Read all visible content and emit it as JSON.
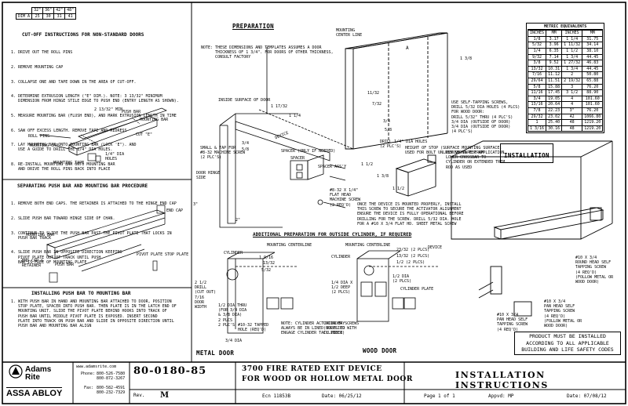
{
  "size_table": {
    "label": "DIM A",
    "headers": [
      "32\"",
      "36\"",
      "42\"",
      "48\""
    ],
    "values": [
      "25",
      "30",
      "31",
      "41"
    ]
  },
  "cutoff": {
    "title": "CUT-OFF INSTRUCTIONS FOR NON-STANDARD DOORS",
    "steps": [
      "1. DRIVE OUT THE ROLL PINS",
      "2. REMOVE MOUNTING CAP",
      "3. COLLAPSE ONE AND TAPE DOWN IN THE AREA OF CUT-OFF.",
      "4. DETERMINE EXTRUSION LENGTH (\"E\" DIM.). NOTE: 3 13/32\" MINIMUM\n   DIMENSION FROM HINGE STILE EDGE TO PUSH END (ENTRY LENGTH AS SHOWN).",
      "5. MEASURE MOUNTING BAR (FLUSH END), AND MARK EXTRUSION LENGTH IN TIME",
      "6. SAW OFF EXCESS LENGTH. REMOVE TAPE AND REDRESS",
      "7. LAY MOUNTING BAR ONTO MOUNTING BAR (LOCK 'E\"). AND\n   USE A GUIDE TO DRILL THE 1/4\" DIA HOLES.",
      "8. RE-INSTALL MOUNTING BAR ONTO MOUNTING BAR\n   AND DRIVE THE ROLL PINS BACK INTO PLACE"
    ],
    "labels": [
      "2 13/32\" MIN.",
      "MOUNTING BAR",
      "PUSH BAR",
      "ROLL PINS",
      "MOUNTING CAP",
      "MOUNTING TAPE",
      "1/4\" DIA\nHOLES",
      "CUT \"E\""
    ]
  },
  "separating": {
    "title": "SEPARATING PUSH BAR AND MOUNTING BAR PROCEDURE",
    "steps": [
      "1. REMOVE BOTH END CAPS. THE RETAINER IS ATTACHED TO THE HINGE END CAP",
      "2. SLIDE PUSH BAR TOWARD HINGE SIDE OF CHAN.",
      "3. CONTINUE TO SLIDE THE PUSH BAR PAST THE PIVOT PLATE THAT LOCKS IN\n   PUSH BAR TRACK",
      "4. SLIDE PUSH BAR IN OPPOSITE DIRECTION KEEPING\n   PIVOT PLATE OUT OF TRACK UNTIL PUSH\n   BAR IS FREE OF MOUNTING PLATE"
    ],
    "labels": [
      "END CAP",
      "MOUNTING BAR",
      "PUSH BAR",
      "PIVOT PLATE",
      "STOP PLATE",
      "END CAP & RETAINER"
    ]
  },
  "installing": {
    "title": "INSTALLING PUSH BAR TO MOUNTING BAR",
    "text": "1. WITH PUSH BAR IN HAND AND MOUNTING BAR ATTACHED TO DOOR, POSITION\n   STOP PLATE, SPACER INTO PUSH BAR. THEN PLATE IS IN THE LATCH END OF\n   MOUNTING UNIT. SLIDE THE PIVOT PLATE BEHIND HOOKS INTO TRACK OF\n   PUSH BAR UNTIL MIDDLE PIVOT PLATE IS EXPOSED. INSERT SECOND\n   PLATE INTO TRACK ON PUSH BAR AND SLIDE IN OPPOSITE DIRECTION UNTIL\n   PUSH BAR AND MOUNTING BAR ALIGN"
  },
  "preparation": {
    "title": "PREPARATION",
    "note": "NOTE: THESE DIMENSIONS AND TEMPLATES ASSUMES A DOOR\n      THICKNESS OF 1 3/4\". FOR DOORS OF OTHER THICKNESS,\n      CONSULT FACTORY",
    "labels": [
      "INSIDE SURFACE OF DOOR",
      "1 17/32",
      "DEVICE",
      "3/4",
      "5/8",
      "1 1/4",
      "DOOR HINGE\nSIDE",
      "SPACER (ONLY IF NEEDED)",
      "SPACER",
      "SPACER ASS'Y",
      "SMALL & TAP FOR\n#8-32 MACHINE SCREW\n(2 PLC'S)",
      "#8-32 X 1/4\"\nFLAT HEAD\nMACHINE SCREW\n(2 REQ'D)",
      "3\"",
      "2\""
    ],
    "door_labels": [
      "MOUNTING\nCENTER LINE",
      "A",
      "1 3/8",
      "11/32",
      "7/32",
      "3/4",
      "5/8",
      "DRILL 1/4\" DIA HOLES\n(2 PLC'S)",
      "USE SELF-TAPPING SCREWS,\nDRILL 5/32 DIA HOLES (4 PLCS)\nFOR WOOD DOOR:\nDRILL 5/32\" THRU (4 PLC'S)\n3/4 DIA (OUTSIDE OF DOOR)\n3/4 DIA (OUTSIDE OF DOOR)\n(4 PLC'S)",
      "HEIGHT OF STOP (SURFACE MOUNTING SURFACE;\nUSED FOR BOLT UNLESS SHOWN PER APPLICATION",
      "1 1/2",
      "1 3/8",
      "1 1/2",
      "REMOVE TAPE FROM\nLOWER CROSSBAR TO\nCYLINDER OR EXTENDED TRIM\nROD AS USED",
      "ONCE THE DEVICE IS MOUNTED PROPERLY, INSTALL\nTHIS SCREW TO SECURE THE ACTIVATOR ALIGNMENT\nENSURE THE DEVICE IS FULLY OPERATIONAL BEFORE\nDRILLING FOR THE SCREW. DRILL 5/32 DIA. HOLE\nFOR A #10 X 3/4 FLAT HD. SHEET METAL SCREW"
    ]
  },
  "additional": {
    "title": "ADDITIONAL PREPARATION FOR OUTSIDE CYLINDER, IF REQUIRED",
    "metal_title": "METAL DOOR",
    "wood_title": "WOOD DOOR",
    "metal_labels": [
      "MOUNTING CENTERLINE",
      "1 9/16",
      "13/32",
      "5/32",
      "CYLINDER",
      "2 1/2\nDRILL\n(CUT OUT)\n7/16\nDOOR\nWIDTH",
      "1/2 DIA THRU\n(FOR 3/4 DIA\n& 3/8 DIA)\n2 PLCS\n2 PLC'S",
      "#10-32 TAPPED\nHOLE (REQ'D)",
      "3/4 DIA",
      "NOTE: CYLINDER ACTUATOR MAY\nALWAYS BE IN LINED HOLES TO\nENGAGE CYLINDER TAIL PIECE"
    ],
    "wood_labels": [
      "MOUNTING CENTERLINE",
      "23/32 (2 PLCS)",
      "13/32 (2 PLCS)",
      "1/2 (2 PLCS)",
      "CYLINDER",
      "1/4 DIA X\n1/2 DEEP\n(2 PLCS)",
      "1/2 DIA\n(2 PLCS)",
      "CYLINDER PLATE",
      "CYLINDER SCREWS\n(SUPPLIED WITH\nCYLINDER)",
      "DEVICE"
    ]
  },
  "metric": {
    "title": "METRIC EQUIVALENTS",
    "headers": [
      "INCHES",
      "MM",
      "INCHES",
      "MM"
    ],
    "rows": [
      [
        "1/8",
        "3.17",
        "1 1/4",
        "31.75"
      ],
      [
        "5/32",
        "3.96",
        "1 11/32",
        "34.14"
      ],
      [
        "1/4",
        "6.35",
        "1 1/2",
        "38.10"
      ],
      [
        "9/32",
        "7.14",
        "1 3/4",
        "44.45"
      ],
      [
        "3/8",
        "9.52",
        "1 27/32",
        "46.83"
      ],
      [
        "13/32",
        "10.31",
        "1 3/4",
        "44.45"
      ],
      [
        "7/16",
        "11.12",
        "2",
        "50.80"
      ],
      [
        "29/64",
        "11.51",
        "2 19/32",
        "65.88"
      ],
      [
        "5/8",
        "15.88",
        "3",
        "76.20"
      ],
      [
        "11/16",
        "17.45",
        "3 1/2",
        "88.90"
      ],
      [
        "3/4",
        "19.05",
        "4",
        "101.60"
      ],
      [
        "13/16",
        "20.64",
        "4",
        "101.60"
      ],
      [
        "7/8",
        "22.23",
        "3\"",
        "76.20"
      ],
      [
        "29/32",
        "23.02",
        "42",
        "1066.80"
      ],
      [
        "1",
        "25.40",
        "48",
        "1219.20"
      ],
      [
        "1 3/16",
        "30.16",
        "48",
        "1219.20"
      ]
    ]
  },
  "installation": {
    "title": "INSTALLATION",
    "labels": [
      "#10 X 3/4\nROUND HEAD SELF\nTAPPING SCREW\n(4 REQ'D)\n(FOLLOW METAL OR\nWOOD DOOR)",
      "#10 X 3/4\nPAN HEAD SELF\nTAPPING SCREW\n(4 REQ'D)\n(FOLLOW METAL OR\nWOOD DOOR)",
      "#10 X 3/4\nPAN HEAD SELF\nTAPPING SCREW\n(4 REQ'D)"
    ]
  },
  "notice": "PRODUCT MUST BE INSTALLED\nACCORDING TO ALL APPLICABLE\nBUILDING AND LIFE SAFETY CODES",
  "title_block": {
    "company_line1": "Adams",
    "company_line2": "Rite",
    "parent": "ASSA ABLOY",
    "website": "www.adamsrite.com",
    "phone_label": "Phone:",
    "phone1": "800-526-7580",
    "phone2": "800-872-3267",
    "fax_label": "Fax:",
    "fax1": "800-582-4591",
    "fax2": "800-232-7329",
    "doc_number": "80-0180-85",
    "rev_label": "Rev.",
    "rev": "M",
    "desc_line1": "3700 FIRE RATED EXIT DEVICE",
    "desc_line2": "FOR WOOD OR HOLLOW METAL DOOR",
    "ecn": "Ecn 11853B",
    "date1": "Date: 06/25/12",
    "doc_title": "INSTALLATION INSTRUCTIONS",
    "page": "Page 1 of 1",
    "approved": "Appvd: MP",
    "date2": "Date: 07/08/12"
  }
}
